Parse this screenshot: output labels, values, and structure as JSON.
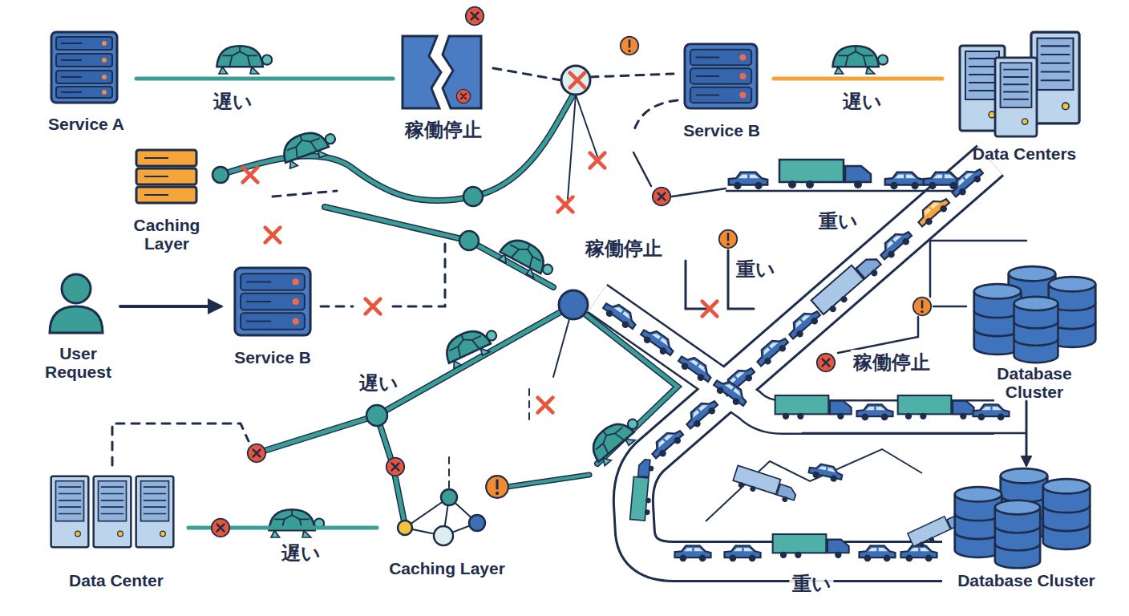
{
  "diagram": {
    "nodes": [
      {
        "text": [
          "Service A"
        ]
      },
      {
        "text": [
          "稼働停止"
        ]
      },
      {
        "text": [
          "Service B"
        ]
      },
      {
        "text": [
          "Data Centers"
        ]
      },
      {
        "text": [
          "Caching Layer"
        ]
      },
      {
        "text": [
          "User Request"
        ]
      },
      {
        "text": [
          "Service B"
        ]
      },
      {
        "text": [
          "Database Cluster"
        ]
      },
      {
        "text": [
          "Data Center"
        ]
      },
      {
        "text": [
          "Caching Layer"
        ]
      },
      {
        "text": [
          "Database Cluster"
        ]
      }
    ],
    "edges": [
      {
        "from": 0,
        "to": 1,
        "label": "遅い",
        "arrow": "none"
      },
      {
        "from": 2,
        "to": 3,
        "label": "遅い",
        "arrow": "none"
      },
      {
        "from": 5,
        "to": 6,
        "arrow": "to"
      },
      {
        "from": 8,
        "to": 9,
        "label": "遅い",
        "arrow": "none"
      },
      {
        "from": 7,
        "to": 10,
        "arrow": "to"
      }
    ],
    "labels": [
      "稼働停止",
      "重い",
      "重い",
      "稼働停止",
      "遅い",
      "重い"
    ]
  }
}
